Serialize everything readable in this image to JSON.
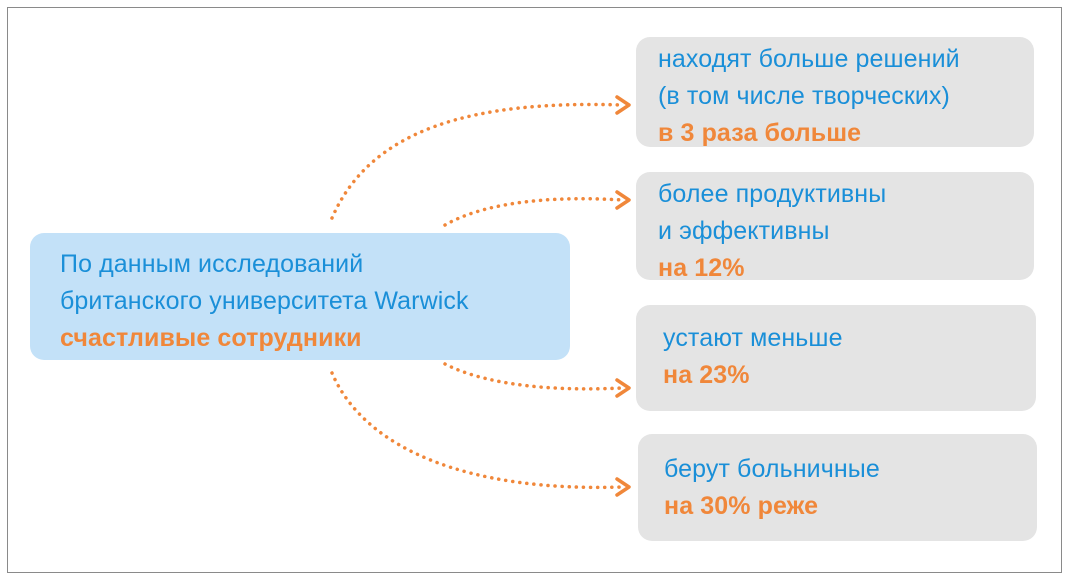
{
  "source": {
    "line1": "По данным исследований",
    "line2": "британского университета Warwick",
    "highlight": "счастливые сотрудники"
  },
  "results": [
    {
      "line1": "находят больше решений",
      "line2": "(в том числе творческих)",
      "highlight": "в 3 раза больше"
    },
    {
      "line1": "более продуктивны",
      "line2": "и эффективны",
      "highlight": "на 12%"
    },
    {
      "line1": "устают меньше",
      "highlight": "на 23%"
    },
    {
      "line1": "берут больничные",
      "highlight": "на 30% реже"
    }
  ],
  "colors": {
    "accent_blue": "#1a8fd8",
    "accent_orange": "#f0873a",
    "source_bg": "#c3e1f8",
    "result_bg": "#e4e4e4"
  },
  "icons": {
    "connector": "dotted-arrow-icon"
  }
}
